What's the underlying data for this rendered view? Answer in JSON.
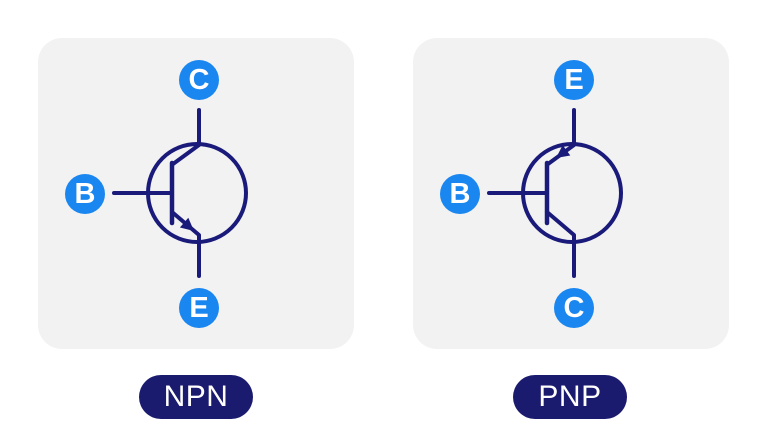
{
  "colors": {
    "page_bg": "#ffffff",
    "card_bg": "#f2f2f2",
    "terminal_blue": "#1a86f0",
    "symbol_navy": "#1a1a7a",
    "badge_navy": "#1a1a6e",
    "label_white": "#ffffff"
  },
  "cards": [
    {
      "badge_label": "NPN",
      "terminals": {
        "top": {
          "label": "C"
        },
        "left": {
          "label": "B"
        },
        "bottom": {
          "label": "E"
        }
      }
    },
    {
      "badge_label": "PNP",
      "terminals": {
        "top": {
          "label": "E"
        },
        "left": {
          "label": "B"
        },
        "bottom": {
          "label": "C"
        }
      }
    }
  ]
}
